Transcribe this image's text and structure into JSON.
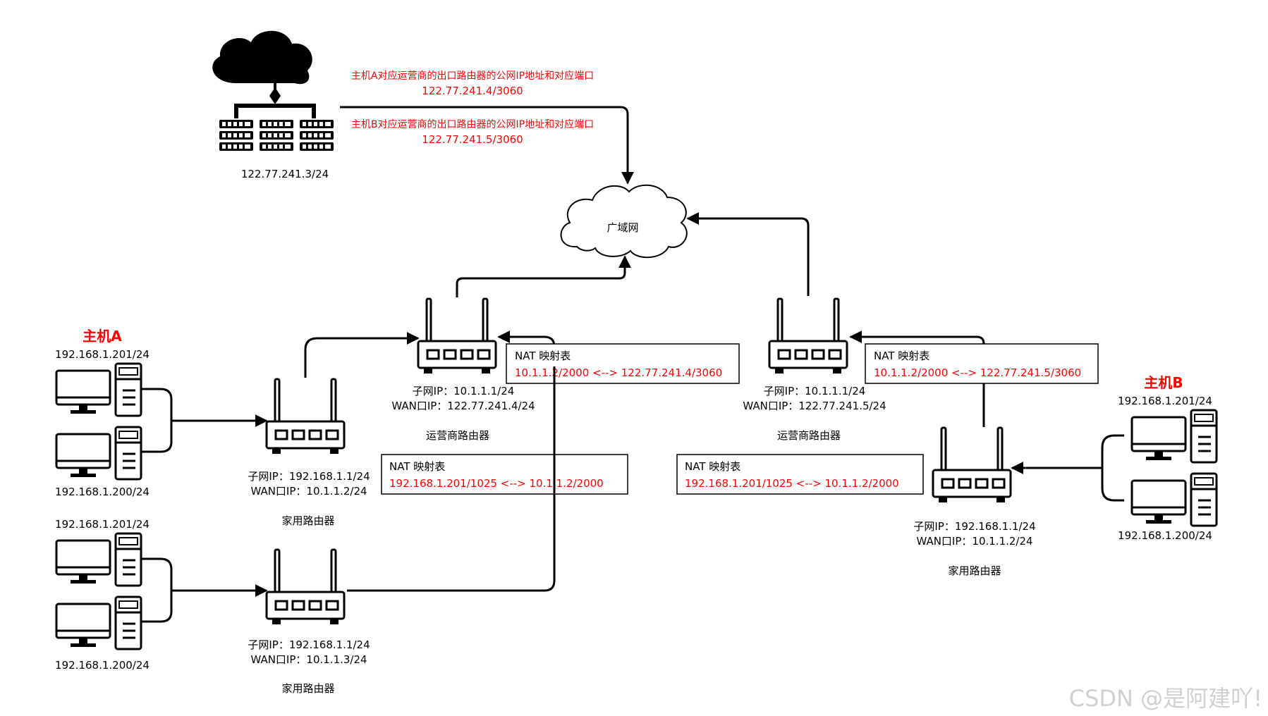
{
  "server": {
    "ip": "122.77.241.3/24",
    "note_a_title": "主机A对应运营商的出口路由器的公网IP地址和对应端口",
    "note_a_value": "122.77.241.4/3060",
    "note_b_title": "主机B对应运营商的出口路由器的公网IP地址和对应端口",
    "note_b_value": "122.77.241.5/3060"
  },
  "wan": {
    "label": "广域网"
  },
  "isp_left": {
    "subnet": "子网IP：10.1.1.1/24",
    "wan": "WAN口IP：122.77.241.4/24",
    "name": "运营商路由器",
    "nat_title": "NAT 映射表",
    "nat_row": "10.1.1.2/2000 <--> 122.77.241.4/3060"
  },
  "isp_right": {
    "subnet": "子网IP：10.1.1.1/24",
    "wan": "WAN口IP：122.77.241.5/24",
    "name": "运营商路由器",
    "nat_title": "NAT 映射表",
    "nat_row": "10.1.1.2/2000 <--> 122.77.241.5/3060"
  },
  "home_left_1": {
    "subnet": "子网IP：192.168.1.1/24",
    "wan": "WAN口IP：10.1.1.2/24",
    "name": "家用路由器",
    "nat_title": "NAT 映射表",
    "nat_row": "192.168.1.201/1025 <--> 10.1.1.2/2000"
  },
  "home_left_2": {
    "subnet": "子网IP：192.168.1.1/24",
    "wan": "WAN口IP：10.1.1.3/24",
    "name": "家用路由器"
  },
  "home_right": {
    "subnet": "子网IP：192.168.1.1/24",
    "wan": "WAN口IP：10.1.1.2/24",
    "name": "家用路由器",
    "nat_title": "NAT 映射表",
    "nat_row": "192.168.1.201/1025 <--> 10.1.1.2/2000"
  },
  "host_a": {
    "title": "主机A",
    "ip_top": "192.168.1.201/24",
    "ip_bottom": "192.168.1.200/24"
  },
  "group_left_2": {
    "ip_top": "192.168.1.201/24",
    "ip_bottom": "192.168.1.200/24"
  },
  "host_b": {
    "title": "主机B",
    "ip_top": "192.168.1.201/24",
    "ip_bottom": "192.168.1.200/24"
  },
  "watermark": "CSDN @是阿建吖!",
  "colors": {
    "line": "#000000",
    "highlight": "#ff0000"
  }
}
